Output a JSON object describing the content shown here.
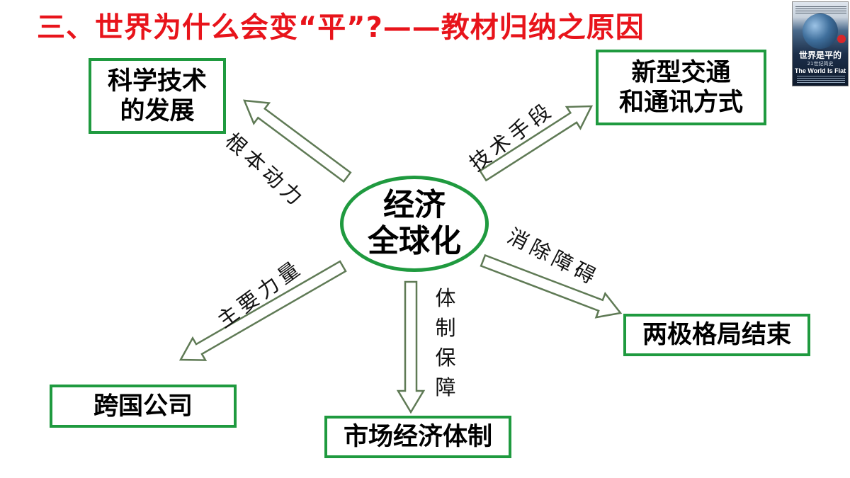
{
  "title": "三、世界为什么会变“平”?——教材归纳之原因",
  "center": {
    "line1": "经济",
    "line2": "全球化"
  },
  "boxes": {
    "tech": {
      "line1": "科学技术",
      "line2": "的发展"
    },
    "transport": {
      "line1": "新型交通",
      "line2": "和通讯方式"
    },
    "bipolar": {
      "text": "两极格局结束"
    },
    "multinational": {
      "text": "跨国公司"
    },
    "market": {
      "text": "市场经济体制"
    }
  },
  "labels": {
    "fundamental": "根本动力",
    "technical": "技术手段",
    "barriers": "消除障碍",
    "main_force": "主要力量",
    "institutional": "体制保障"
  },
  "book": {
    "title_cn": "世界是平的",
    "subtitle_cn": "21世纪简史",
    "title_en": "The World Is Flat"
  },
  "colors": {
    "title": "#e8141b",
    "box_border": "#1f9a3f",
    "arrow_stroke": "#5f7a55"
  }
}
